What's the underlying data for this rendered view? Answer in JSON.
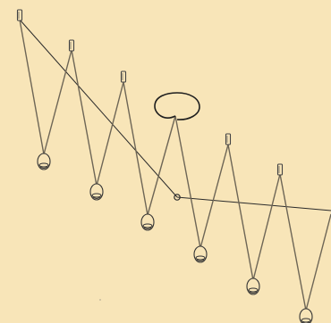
{
  "scene": {
    "description_free": true,
    "background_color": "#f8e5b8",
    "ink_color": "#5c5548",
    "line_color": "#222222",
    "zigzag_color": "#6e6656"
  },
  "diagram": {
    "top_anchors": 6,
    "bottom_lights": 6,
    "loop_count": 1,
    "small_ring_count": 1
  }
}
